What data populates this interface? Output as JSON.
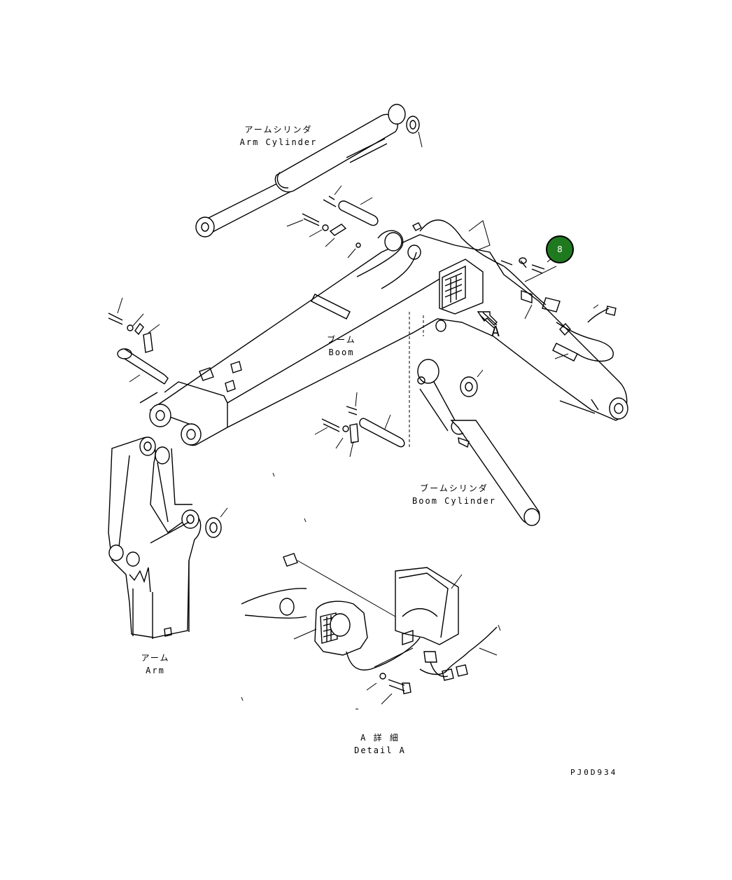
{
  "labels": {
    "arm_cylinder_jp": "アームシリンダ",
    "arm_cylinder_en": "Arm Cylinder",
    "boom_jp": "ブーム",
    "boom_en": "Boom",
    "boom_cylinder_jp": "ブームシリンダ",
    "boom_cylinder_en": "Boom Cylinder",
    "arm_jp": "アーム",
    "arm_en": "Arm",
    "detail_jp": "A 詳 細",
    "detail_en": "Detail A",
    "view_marker": "A",
    "drawing_code": "PJ0D934"
  },
  "callout": {
    "number": "8",
    "color": "#1f7a1f"
  }
}
